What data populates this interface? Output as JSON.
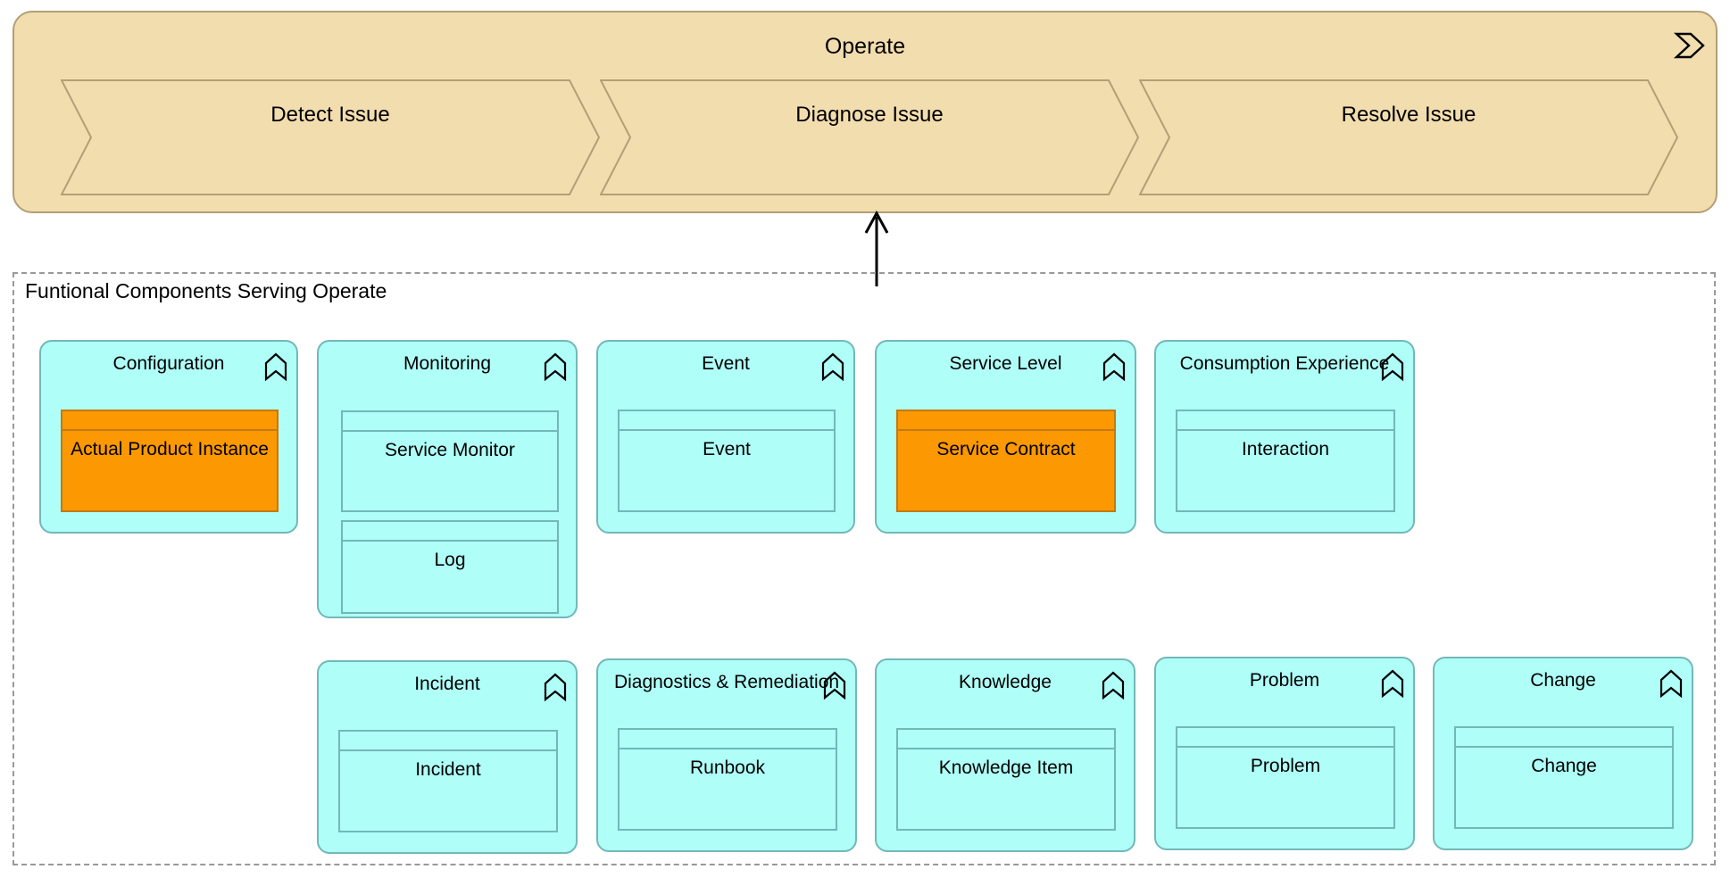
{
  "process": {
    "title": "Operate",
    "icon": "process-chevron-icon",
    "steps": [
      {
        "label": "Detect Issue"
      },
      {
        "label": "Diagnose Issue"
      },
      {
        "label": "Resolve Issue"
      }
    ]
  },
  "relation": {
    "type": "serving-arrow",
    "icon": "arrow-up-icon"
  },
  "group": {
    "label": "Funtional Components Serving Operate"
  },
  "components": [
    {
      "name": "configuration",
      "title": "Configuration",
      "icon": "component-chevron-icon",
      "objects": [
        {
          "label": "Actual Product Instance",
          "color": "orange"
        }
      ]
    },
    {
      "name": "monitoring",
      "title": "Monitoring",
      "icon": "component-chevron-icon",
      "objects": [
        {
          "label": "Service Monitor",
          "color": "cyan"
        },
        {
          "label": "Log",
          "color": "cyan"
        }
      ]
    },
    {
      "name": "event",
      "title": "Event",
      "icon": "component-chevron-icon",
      "objects": [
        {
          "label": "Event",
          "color": "cyan"
        }
      ]
    },
    {
      "name": "service-level",
      "title": "Service Level",
      "icon": "component-chevron-icon",
      "objects": [
        {
          "label": "Service Contract",
          "color": "orange"
        }
      ]
    },
    {
      "name": "consumption-experience",
      "title": "Consumption Experience",
      "icon": "component-chevron-icon",
      "objects": [
        {
          "label": "Interaction",
          "color": "cyan"
        }
      ]
    },
    {
      "name": "incident",
      "title": "Incident",
      "icon": "component-chevron-icon",
      "objects": [
        {
          "label": "Incident",
          "color": "cyan"
        }
      ]
    },
    {
      "name": "diagnostics-remediation",
      "title": "Diagnostics & Remediation",
      "icon": "component-chevron-icon",
      "objects": [
        {
          "label": "Runbook",
          "color": "cyan"
        }
      ]
    },
    {
      "name": "knowledge",
      "title": "Knowledge",
      "icon": "component-chevron-icon",
      "objects": [
        {
          "label": "Knowledge Item",
          "color": "cyan"
        }
      ]
    },
    {
      "name": "problem",
      "title": "Problem",
      "icon": "component-chevron-icon",
      "objects": [
        {
          "label": "Problem",
          "color": "cyan"
        }
      ]
    },
    {
      "name": "change",
      "title": "Change",
      "icon": "component-chevron-icon",
      "objects": [
        {
          "label": "Change",
          "color": "cyan"
        }
      ]
    }
  ],
  "colors": {
    "process_fill": "#F2DDAE",
    "process_stroke": "#B39F76",
    "component_fill": "#AFFEF8",
    "component_stroke": "#73B8B8",
    "object_orange_fill": "#FB9802",
    "object_orange_stroke": "#C47A10",
    "group_stroke": "#999999"
  }
}
